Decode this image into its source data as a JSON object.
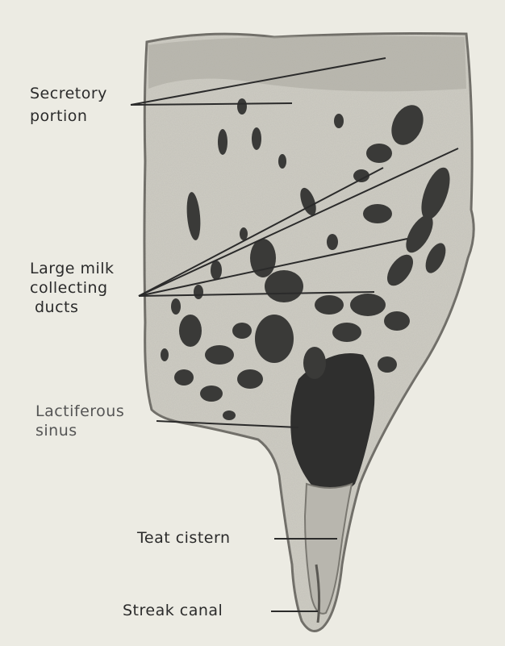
{
  "labels": {
    "secretory_portion": {
      "line1": "Secretory",
      "line2": "portion"
    },
    "large_milk_ducts": {
      "line1": "Large milk",
      "line2": "collecting",
      "line3": "ducts"
    },
    "lactiferous_sinus": {
      "line1": "Lactiferous",
      "line2": "sinus"
    },
    "teat_cistern": {
      "line1": "Teat cistern"
    },
    "streak_canal": {
      "line1": "Streak canal"
    }
  },
  "colors": {
    "background": "#ecebe3",
    "tissue": "#cfcdc4",
    "tissue_dark": "#8f8d86",
    "duct": "#3a3a38",
    "sinus": "#2a2a2a",
    "leader_line": "#2b2b2b"
  }
}
